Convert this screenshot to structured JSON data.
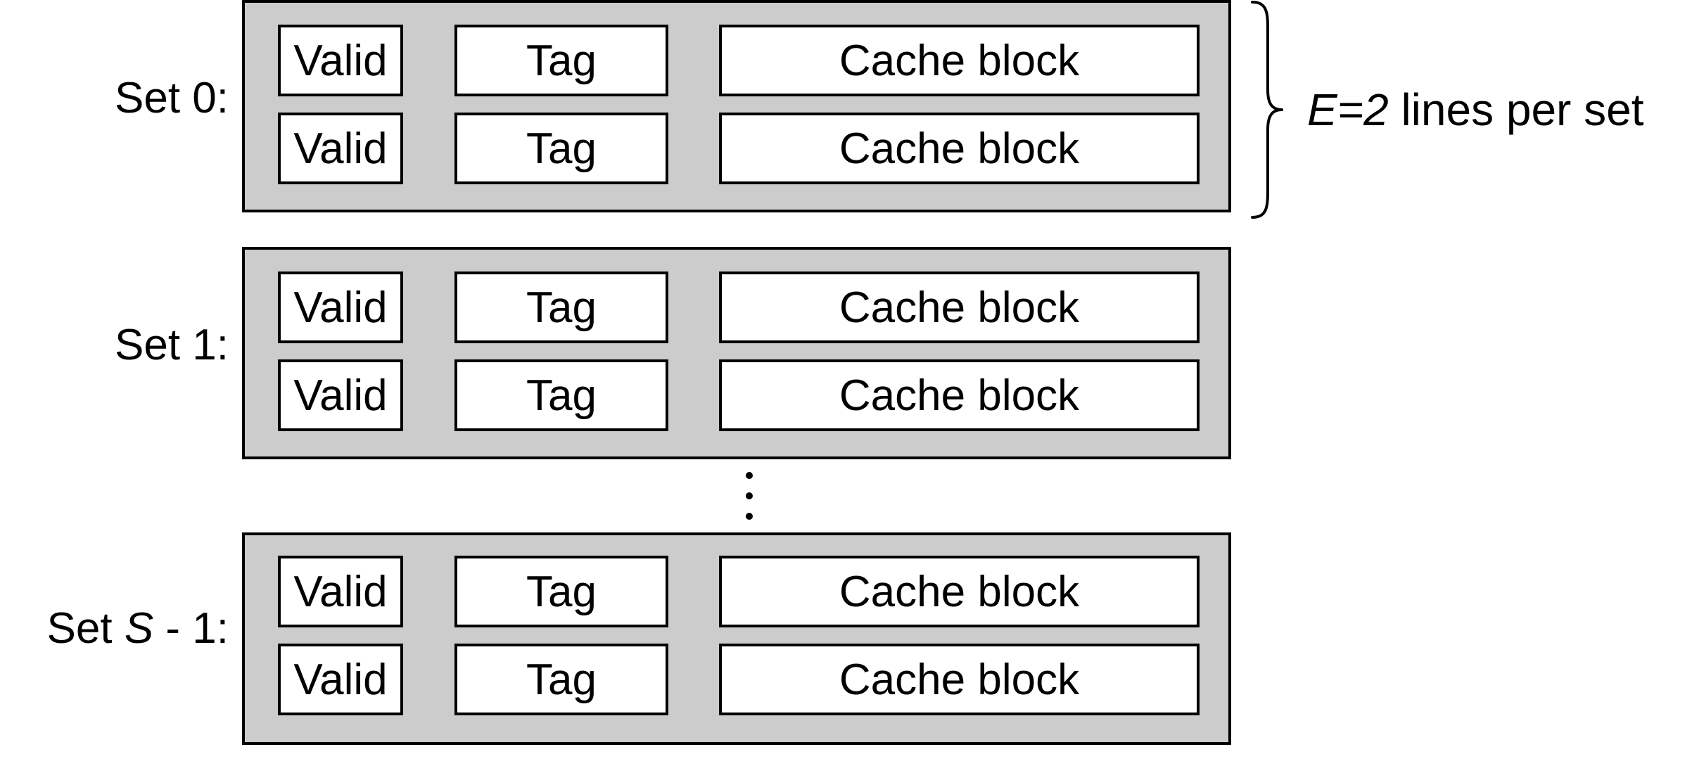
{
  "sets": [
    {
      "label_prefix": "Set ",
      "label_var": "",
      "label_suffix": "0:",
      "lines": [
        {
          "valid": "Valid",
          "tag": "Tag",
          "block": "Cache block"
        },
        {
          "valid": "Valid",
          "tag": "Tag",
          "block": "Cache block"
        }
      ]
    },
    {
      "label_prefix": "Set ",
      "label_var": "",
      "label_suffix": "1:",
      "lines": [
        {
          "valid": "Valid",
          "tag": "Tag",
          "block": "Cache block"
        },
        {
          "valid": "Valid",
          "tag": "Tag",
          "block": "Cache block"
        }
      ]
    },
    {
      "label_prefix": "Set ",
      "label_var": "S",
      "label_suffix": " - 1:",
      "lines": [
        {
          "valid": "Valid",
          "tag": "Tag",
          "block": "Cache block"
        },
        {
          "valid": "Valid",
          "tag": "Tag",
          "block": "Cache block"
        }
      ]
    }
  ],
  "annotation": {
    "variable": "E=2",
    "text": " lines per set"
  },
  "colors": {
    "set_fill": "#cccccc",
    "field_fill": "#ffffff",
    "stroke": "#000000"
  }
}
